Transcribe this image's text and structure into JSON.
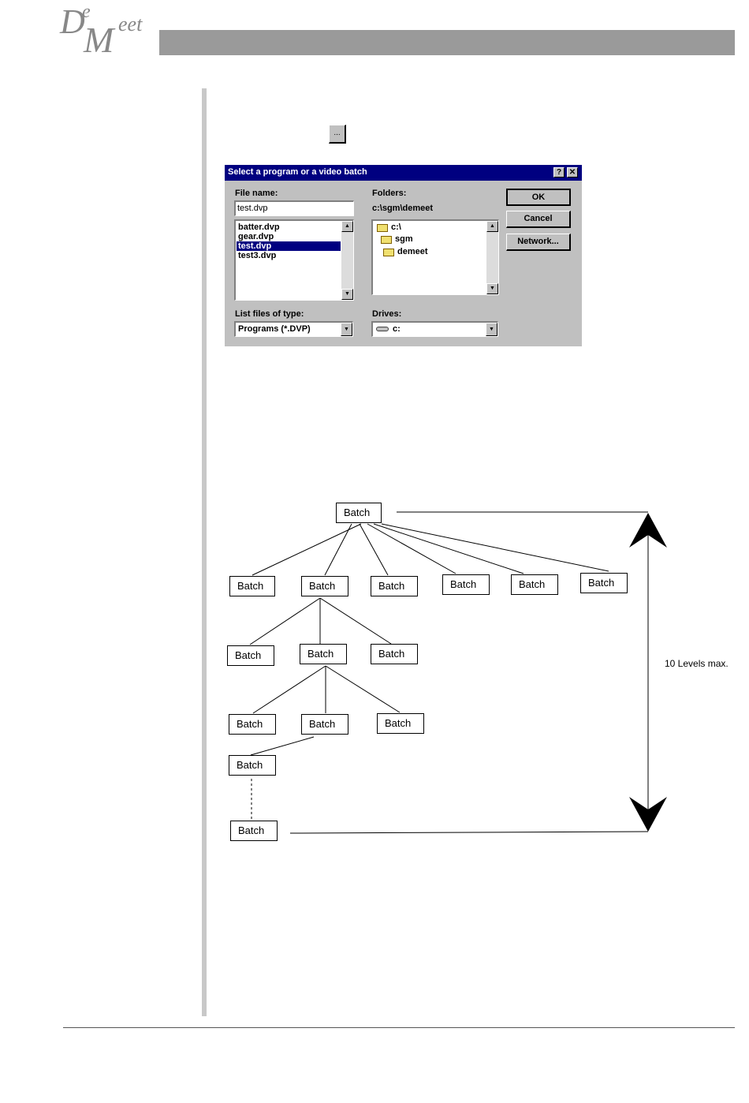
{
  "logo": {
    "d": "D",
    "e": "e",
    "m": "M",
    "eet": "eet"
  },
  "browse_button": {
    "label": "..."
  },
  "dialog": {
    "title": "Select a program or a video batch",
    "help_button": "?",
    "close_button": "✕",
    "file_name_label": "File name:",
    "file_name_value": "test.dvp",
    "files": [
      {
        "name": "batter.dvp",
        "selected": false
      },
      {
        "name": "gear.dvp",
        "selected": false
      },
      {
        "name": "test.dvp",
        "selected": true
      },
      {
        "name": "test3.dvp",
        "selected": false
      }
    ],
    "folders_label": "Folders:",
    "current_path": "c:\\sgm\\demeet",
    "folders": [
      "c:\\",
      "sgm",
      "demeet"
    ],
    "ok_label": "OK",
    "cancel_label": "Cancel",
    "network_label": "Network...",
    "list_type_label": "List files of type:",
    "list_type_value": "Programs (*.DVP)",
    "drives_label": "Drives:",
    "drives_value": "c:"
  },
  "diagram": {
    "node_label": "Batch",
    "levels_label": "10 Levels max."
  }
}
